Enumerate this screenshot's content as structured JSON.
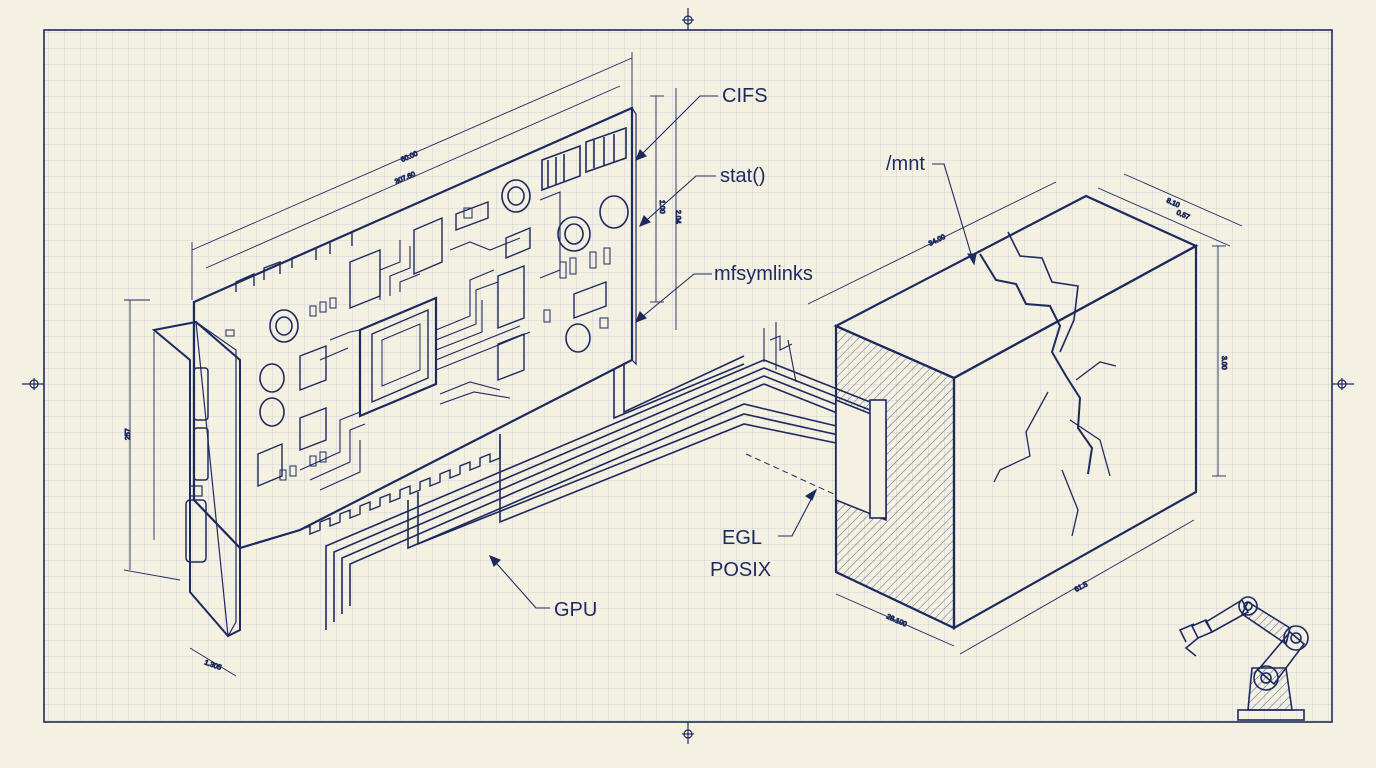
{
  "labels": {
    "cifs": "CIFS",
    "stat": "stat()",
    "mfsymlinks": "mfsymlinks",
    "mnt": "/mnt",
    "egl": "EGL",
    "posix": "POSIX",
    "gpu": "GPU"
  },
  "colors": {
    "paper": "#f4f0e2",
    "ink": "#1d2a5e",
    "grid": "#c8cbd3"
  }
}
